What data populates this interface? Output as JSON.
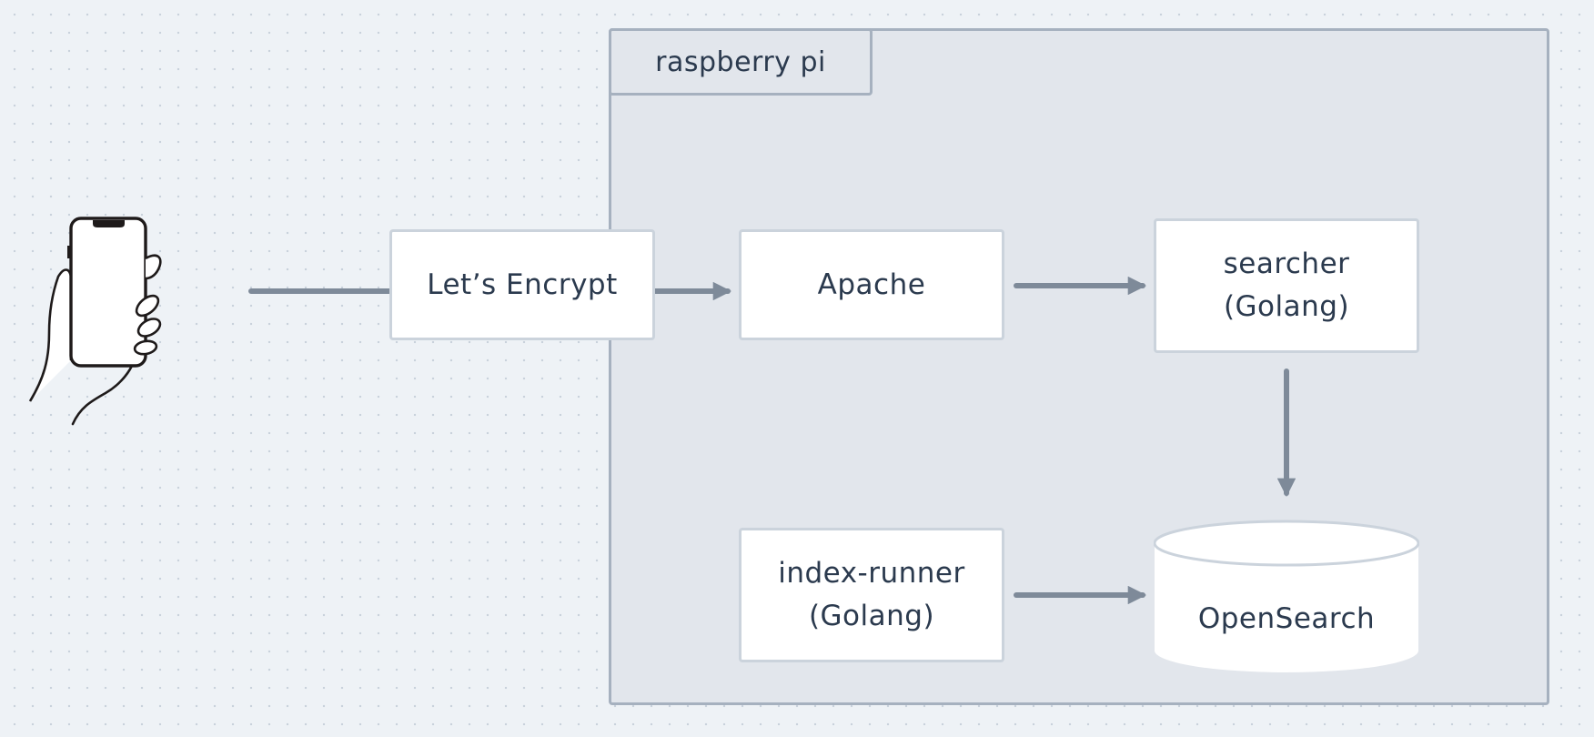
{
  "group": {
    "label": "raspberry pi"
  },
  "nodes": {
    "letsencrypt": "Let’s Encrypt",
    "apache": "Apache",
    "searcher_line1": "searcher",
    "searcher_line2": "(Golang)",
    "indexrunner_line1": "index-runner",
    "indexrunner_line2": "(Golang)",
    "opensearch": "OpenSearch"
  },
  "client": {
    "icon": "phone-in-hand-icon"
  },
  "colors": {
    "background": "#eef2f6",
    "group_fill": "#e2e6ec",
    "group_border": "#a6b1bf",
    "node_fill": "#ffffff",
    "node_border": "#cbd3dc",
    "arrow": "#7e8a99",
    "text": "#2b3a4e"
  },
  "edges": [
    {
      "from": "client",
      "to": "letsencrypt"
    },
    {
      "from": "letsencrypt",
      "to": "apache"
    },
    {
      "from": "apache",
      "to": "searcher"
    },
    {
      "from": "searcher",
      "to": "opensearch"
    },
    {
      "from": "indexrunner",
      "to": "opensearch"
    }
  ]
}
